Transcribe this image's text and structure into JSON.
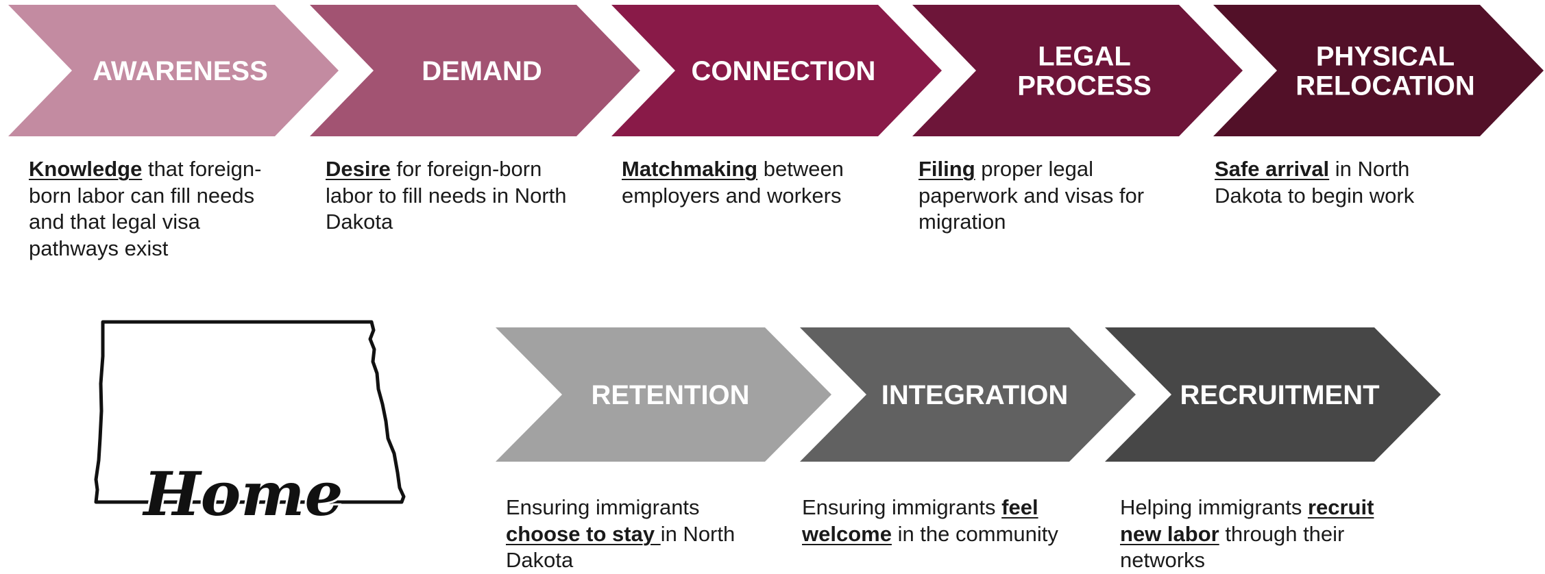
{
  "colors": {
    "awareness": "#C38BA1",
    "demand": "#A25372",
    "connection": "#891A48",
    "legal": "#6D1539",
    "physical": "#521028",
    "retention": "#A2A2A2",
    "integration": "#616161",
    "recruitment": "#474747",
    "text": "#1a1a1a",
    "label": "#ffffff"
  },
  "top_stages": [
    {
      "lines": [
        "AWARENESS"
      ],
      "desc": {
        "bold": "Knowledge",
        "after": " that foreign-born labor can fill needs and that legal visa pathways exist"
      }
    },
    {
      "lines": [
        "DEMAND"
      ],
      "desc": {
        "bold": "Desire",
        "after": " for foreign-born labor to fill needs in North Dakota"
      }
    },
    {
      "lines": [
        "CONNECTION"
      ],
      "desc": {
        "bold": "Matchmaking",
        "after": " between employers and workers"
      }
    },
    {
      "lines": [
        "LEGAL",
        "PROCESS"
      ],
      "desc": {
        "bold": "Filing",
        "after": " proper legal paperwork and visas for migration"
      }
    },
    {
      "lines": [
        "PHYSICAL",
        "RELOCATION"
      ],
      "desc": {
        "bold": "Safe arrival",
        "after": " in North Dakota to begin work"
      }
    }
  ],
  "bottom_stages": [
    {
      "lines": [
        "RETENTION"
      ],
      "desc": {
        "before": "Ensuring immigrants ",
        "bold": "choose to stay ",
        "after": "in North Dakota"
      }
    },
    {
      "lines": [
        "INTEGRATION"
      ],
      "desc": {
        "before": "Ensuring immigrants ",
        "bold": "feel welcome",
        "after": " in the community"
      }
    },
    {
      "lines": [
        "RECRUITMENT"
      ],
      "desc": {
        "before": "Helping immigrants ",
        "bold": "recruit new labor",
        "after": " through their networks"
      }
    }
  ],
  "home_graphic": {
    "icon": "north-dakota-outline-icon",
    "script_text": "Home"
  }
}
